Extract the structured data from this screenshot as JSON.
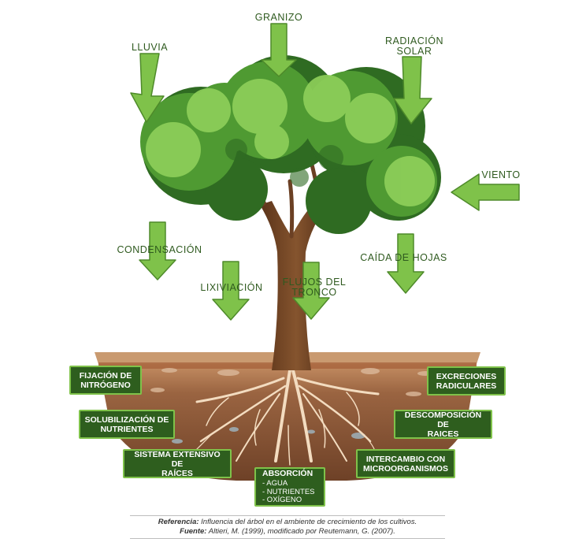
{
  "arrows": {
    "granizo": "GRANIZO",
    "lluvia": "LLUVIA",
    "radiacion_1": "RADIACIÓN",
    "radiacion_2": "SOLAR",
    "viento": "VIENTO",
    "condensacion": "CONDENSACIÓN",
    "caida": "CAÍDA DE HOJAS",
    "lixiviacion": "LIXIVIACIÓN",
    "flujos_1": "FLUJOS DEL",
    "flujos_2": "TRONCO"
  },
  "boxes": {
    "fijacion_1": "FIJACIÓN DE",
    "fijacion_2": "NITRÓGENO",
    "solubilizacion_1": "SOLUBILIZACIÓN DE",
    "solubilizacion_2": "NUTRIENTES",
    "sistema_1": "SISTEMA EXTENSIVO DE",
    "sistema_2": "RAÍCES",
    "absorcion_title": "ABSORCIÓN",
    "absorcion_items": [
      "- AGUA",
      "- NUTRIENTES",
      "- OXÍGENO"
    ],
    "excreciones_1": "EXCRECIONES",
    "excreciones_2": "RADICULARES",
    "descomposicion_1": "DESCOMPOSICIÓN DE",
    "descomposicion_2": "RAICES",
    "intercambio_1": "INTERCAMBIO CON",
    "intercambio_2": "MICROORGANISMOS"
  },
  "caption": {
    "ref_label": "Referencia:",
    "ref_text": "Influencia del árbol en el ambiente de crecimiento de los cultivos.",
    "src_label": "Fuente:",
    "src_text": "Altieri, M. (1999), modificado por Reutemann, G. (2007)."
  },
  "colors": {
    "arrow_fill": "#7fc24a",
    "arrow_stroke": "#4e8a2a",
    "label_text": "#2f5a1f",
    "box_fill": "#2e5e1e",
    "box_border": "#7fc24a",
    "foliage_dark": "#2f6b22",
    "foliage_mid": "#4f9a32",
    "foliage_light": "#8fd05a",
    "trunk": "#6b4024",
    "soil_top": "#b07a52",
    "soil_deep": "#7a4a2c",
    "roots": "#f3dcc0"
  }
}
